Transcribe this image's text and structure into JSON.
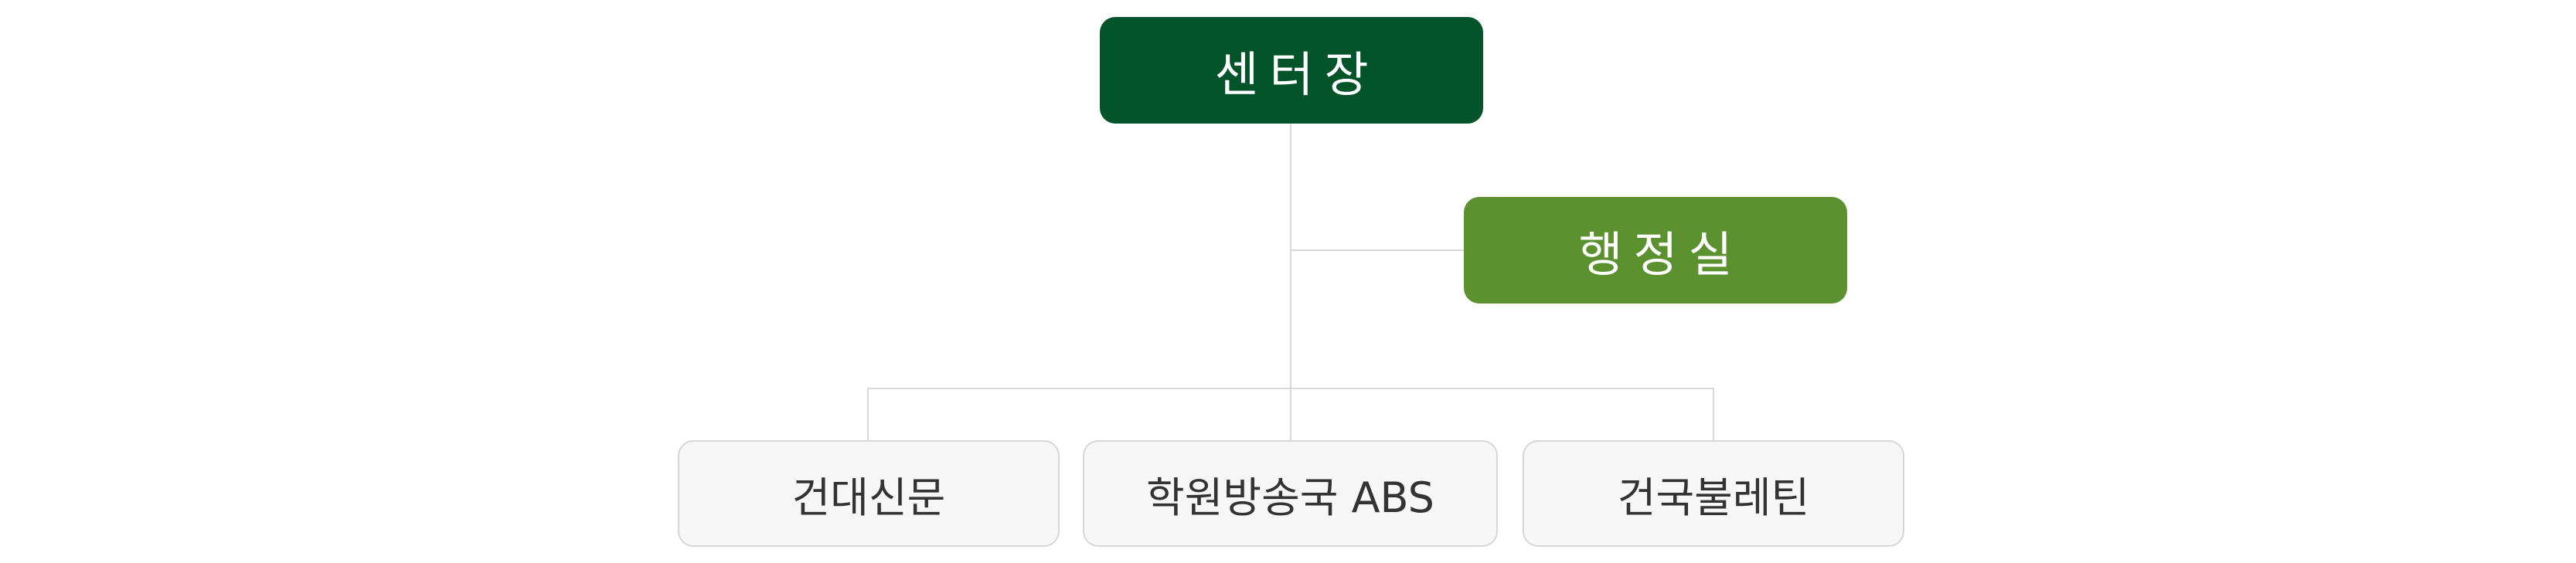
{
  "org_chart": {
    "head": {
      "label": "센터장"
    },
    "admin": {
      "label": "행정실"
    },
    "units": [
      {
        "label": "건대신문"
      },
      {
        "label": "학원방송국 ABS"
      },
      {
        "label": "건국불레틴"
      }
    ]
  },
  "colors": {
    "head_fill": "#03532b",
    "admin_fill": "#5b912f",
    "unit_fill": "#f7f7f7",
    "unit_border": "#d7d7d7",
    "connector": "#d9d9d9",
    "unit_text": "#333333"
  }
}
